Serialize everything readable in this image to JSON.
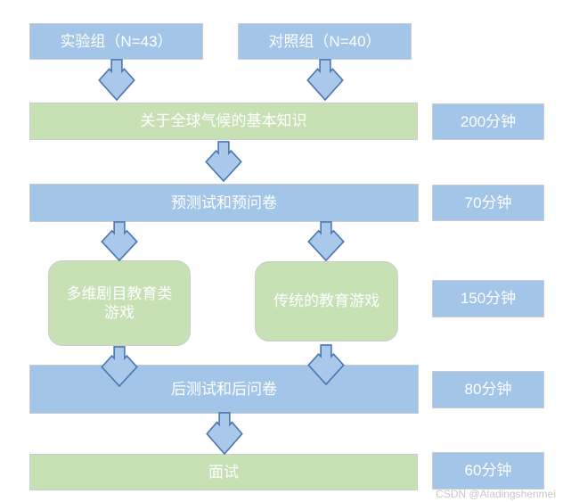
{
  "colors": {
    "blue_fill": "#A2C5E8",
    "green_fill": "#C7E0B4",
    "box_border": "#C9CDCF",
    "arrow_fill": "#AAC8EA",
    "arrow_border": "#4A76B3",
    "label_text": "#FFFFFF",
    "watermark_text": "#C8C8C8"
  },
  "flow": {
    "groups": {
      "experimental": {
        "label": "实验组（N=43）"
      },
      "control": {
        "label": "对照组（N=40）"
      }
    },
    "steps": {
      "knowledge": {
        "label": "关于全球气候的基本知识",
        "duration": "200分钟"
      },
      "pretest": {
        "label": "预测试和预问卷",
        "duration": "70分钟"
      },
      "games": {
        "experimental_branch": "多维剧目教育类\n游戏",
        "control_branch": "传统的教育游戏",
        "duration": "150分钟"
      },
      "posttest": {
        "label": "后测试和后问卷",
        "duration": "80分钟"
      },
      "interview": {
        "label": "面试",
        "duration": "60分钟"
      }
    }
  },
  "watermark": "CSDN @Aladingshenmei"
}
